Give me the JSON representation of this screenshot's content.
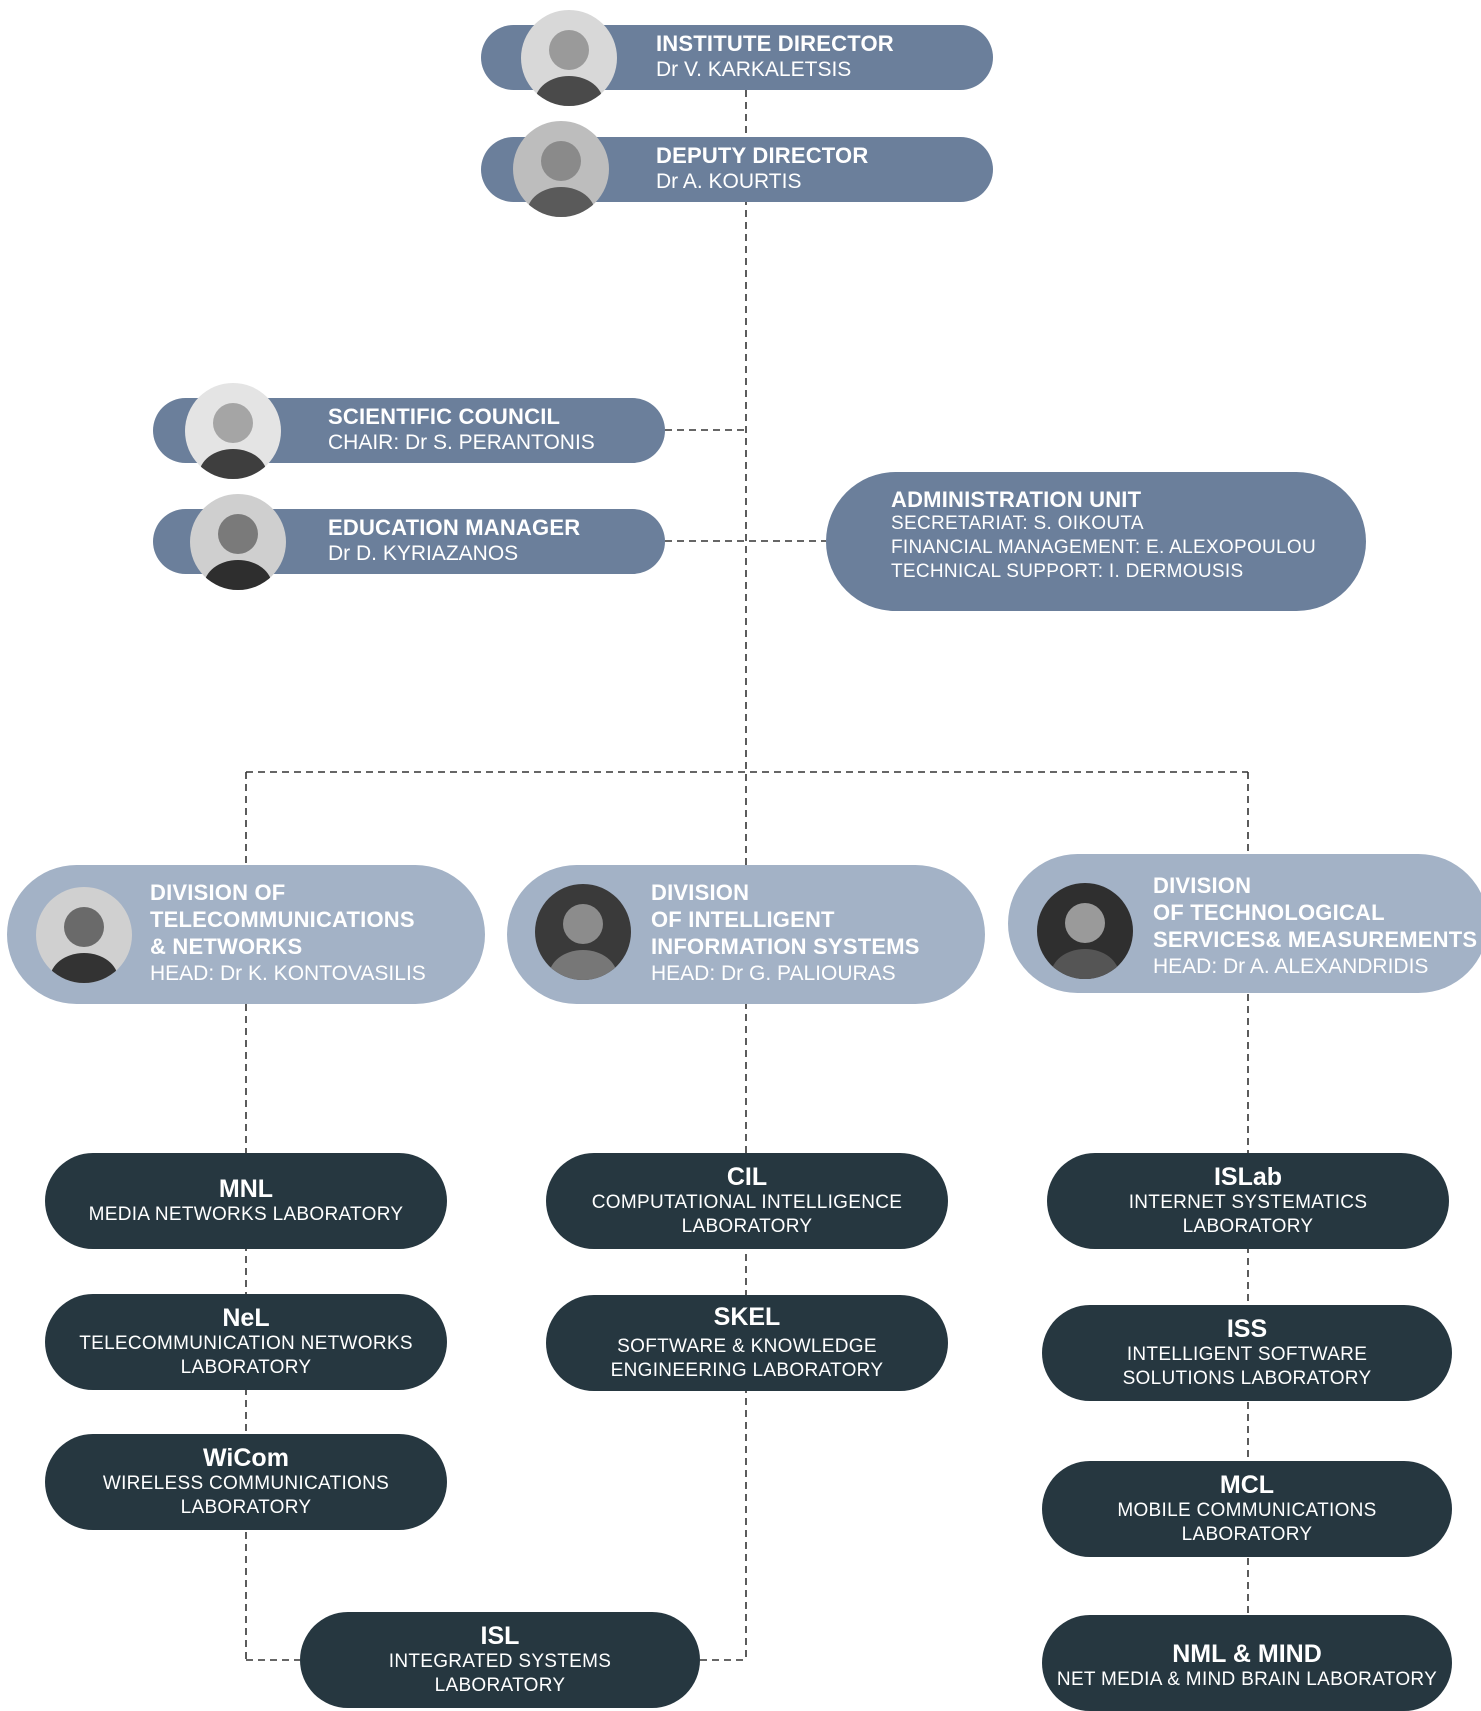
{
  "director": {
    "title": "INSTITUTE DIRECTOR",
    "name": "Dr V. KARKALETSIS"
  },
  "deputy": {
    "title": "DEPUTY DIRECTOR",
    "name": "Dr A. KOURTIS"
  },
  "council": {
    "title": "SCIENTIFIC COUNCIL",
    "name": "CHAIR: Dr S. PERANTONIS"
  },
  "education": {
    "title": "EDUCATION MANAGER",
    "name": "Dr D. KYRIAZANOS"
  },
  "admin": {
    "title": "ADMINISTRATION UNIT",
    "lines": [
      "SECRETARIAT: S. OIKOUTA",
      "FINANCIAL MANAGEMENT: E. ALEXOPOULOU",
      "TECHNICAL SUPPORT: I. DERMOUSIS"
    ]
  },
  "divisions": [
    {
      "title_lines": [
        "DIVISION OF",
        "TELECOMMUNICATIONS",
        "& NETWORKS"
      ],
      "head": "HEAD: Dr K. KONTOVASILIS"
    },
    {
      "title_lines": [
        "DIVISION",
        "OF INTELLIGENT",
        "INFORMATION SYSTEMS"
      ],
      "head": "HEAD: Dr G. PALIOURAS"
    },
    {
      "title_lines": [
        "DIVISION",
        "OF TECHNOLOGICAL",
        "SERVICES& MEASUREMENTS"
      ],
      "head": "HEAD: Dr A. ALEXANDRIDIS"
    }
  ],
  "labs": {
    "mnl": {
      "abbr": "MNL",
      "full_lines": [
        "MEDIA NETWORKS LABORATORY"
      ]
    },
    "nel": {
      "abbr": "NeL",
      "full_lines": [
        "TELECOMMUNICATION NETWORKS",
        "LABORATORY"
      ]
    },
    "wicom": {
      "abbr": "WiCom",
      "full_lines": [
        "WIRELESS COMMUNICATIONS",
        "LABORATORY"
      ]
    },
    "isl": {
      "abbr": "ISL",
      "full_lines": [
        "INTEGRATED SYSTEMS",
        "LABORATORY"
      ]
    },
    "cil": {
      "abbr": "CIL",
      "full_lines": [
        "COMPUTATIONAL INTELLIGENCE",
        "LABORATORY"
      ]
    },
    "skel": {
      "abbr": "SKEL",
      "full_lines": [
        "SOFTWARE & KNOWLEDGE",
        "ENGINEERING LABORATORY"
      ]
    },
    "islab": {
      "abbr": "ISLab",
      "full_lines": [
        "INTERNET SYSTEMATICS",
        "LABORATORY"
      ]
    },
    "iss": {
      "abbr": "ISS",
      "full_lines": [
        "INTELLIGENT SOFTWARE",
        "SOLUTIONS LABORATORY"
      ]
    },
    "mcl": {
      "abbr": "MCL",
      "full_lines": [
        "MOBILE COMMUNICATIONS",
        "LABORATORY"
      ]
    },
    "nml": {
      "abbr": "NML & MIND",
      "full_lines": [
        "NET MEDIA & MIND BRAIN LABORATORY"
      ]
    }
  },
  "colors": {
    "blue": "#6b7f9b",
    "lightblue": "#a3b2c6",
    "dark": "#263740",
    "line": "#333333"
  }
}
